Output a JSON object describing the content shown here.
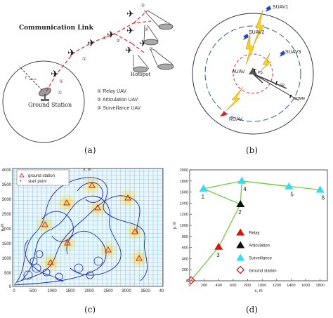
{
  "panel_labels": [
    "(a)",
    "(b)",
    "(c)",
    "(d)"
  ],
  "a": {
    "link_label": "Communication Link",
    "station_label": "Ground Station",
    "hotspot_label": "Hotspot",
    "legend": [
      "① Relay UAV",
      "② Articulation UAV",
      "③ Surveillance UAV"
    ],
    "r_label": "r",
    "r_sub": "comm"
  },
  "b": {
    "suav1": "SUAV1",
    "suav2": "SUAV2",
    "suav3": "SUAV3",
    "auav": "AUAV",
    "ruav": "RUAV",
    "r_ps": "r",
    "r_ps_sub": "PS",
    "r_sr": "r",
    "r_sr_sub": "SR",
    "r_comm": "r",
    "r_comm_sub": "COMM"
  },
  "c": {
    "xlabel": "x, m",
    "ylabel": "y, m",
    "x_ticks": [
      "0",
      "500",
      "1000",
      "1500",
      "2000",
      "2500",
      "3000",
      "3500",
      "40"
    ],
    "y_ticks": [
      "4000",
      "3500",
      "3000",
      "2500",
      "2000",
      "1500",
      "1000",
      "500",
      "0"
    ],
    "legend": [
      "ground station",
      "start point"
    ]
  },
  "chart_data": {
    "type": "scatter",
    "title": "",
    "xlabel": "x, m",
    "ylabel": "y, m",
    "xlim": [
      0,
      1900
    ],
    "ylim": [
      0,
      2000
    ],
    "x_ticks": [
      "0",
      "200",
      "400",
      "600",
      "800",
      "1000",
      "1200",
      "1400",
      "1600",
      "1800"
    ],
    "y_ticks": [
      "0",
      "200",
      "400",
      "600",
      "800",
      "1000",
      "1200",
      "1400",
      "1600",
      "1800",
      "2000"
    ],
    "series": [
      {
        "name": "Relay",
        "color": "#dd1111",
        "marker": "triangle",
        "points": [
          {
            "label": "3",
            "x": 400,
            "y": 610
          }
        ]
      },
      {
        "name": "Articulation",
        "color": "#111111",
        "marker": "triangle",
        "points": [
          {
            "label": "2",
            "x": 700,
            "y": 1380
          }
        ]
      },
      {
        "name": "Surveillance",
        "color": "#33ddee",
        "marker": "triangle",
        "points": [
          {
            "label": "1",
            "x": 190,
            "y": 1660
          },
          {
            "label": "4",
            "x": 720,
            "y": 1800
          },
          {
            "label": "5",
            "x": 1370,
            "y": 1700
          },
          {
            "label": "6",
            "x": 1800,
            "y": 1640
          }
        ]
      },
      {
        "name": "Ground station",
        "color": "#dd1111",
        "marker": "diamond-open",
        "points": [
          {
            "label": "",
            "x": 20,
            "y": 10
          }
        ]
      }
    ],
    "links": [
      [
        0,
        3
      ],
      [
        3,
        2
      ],
      [
        2,
        1
      ],
      [
        2,
        4
      ],
      [
        1,
        4
      ],
      [
        4,
        5
      ],
      [
        4,
        6
      ]
    ],
    "link_color": "#66cc33"
  }
}
